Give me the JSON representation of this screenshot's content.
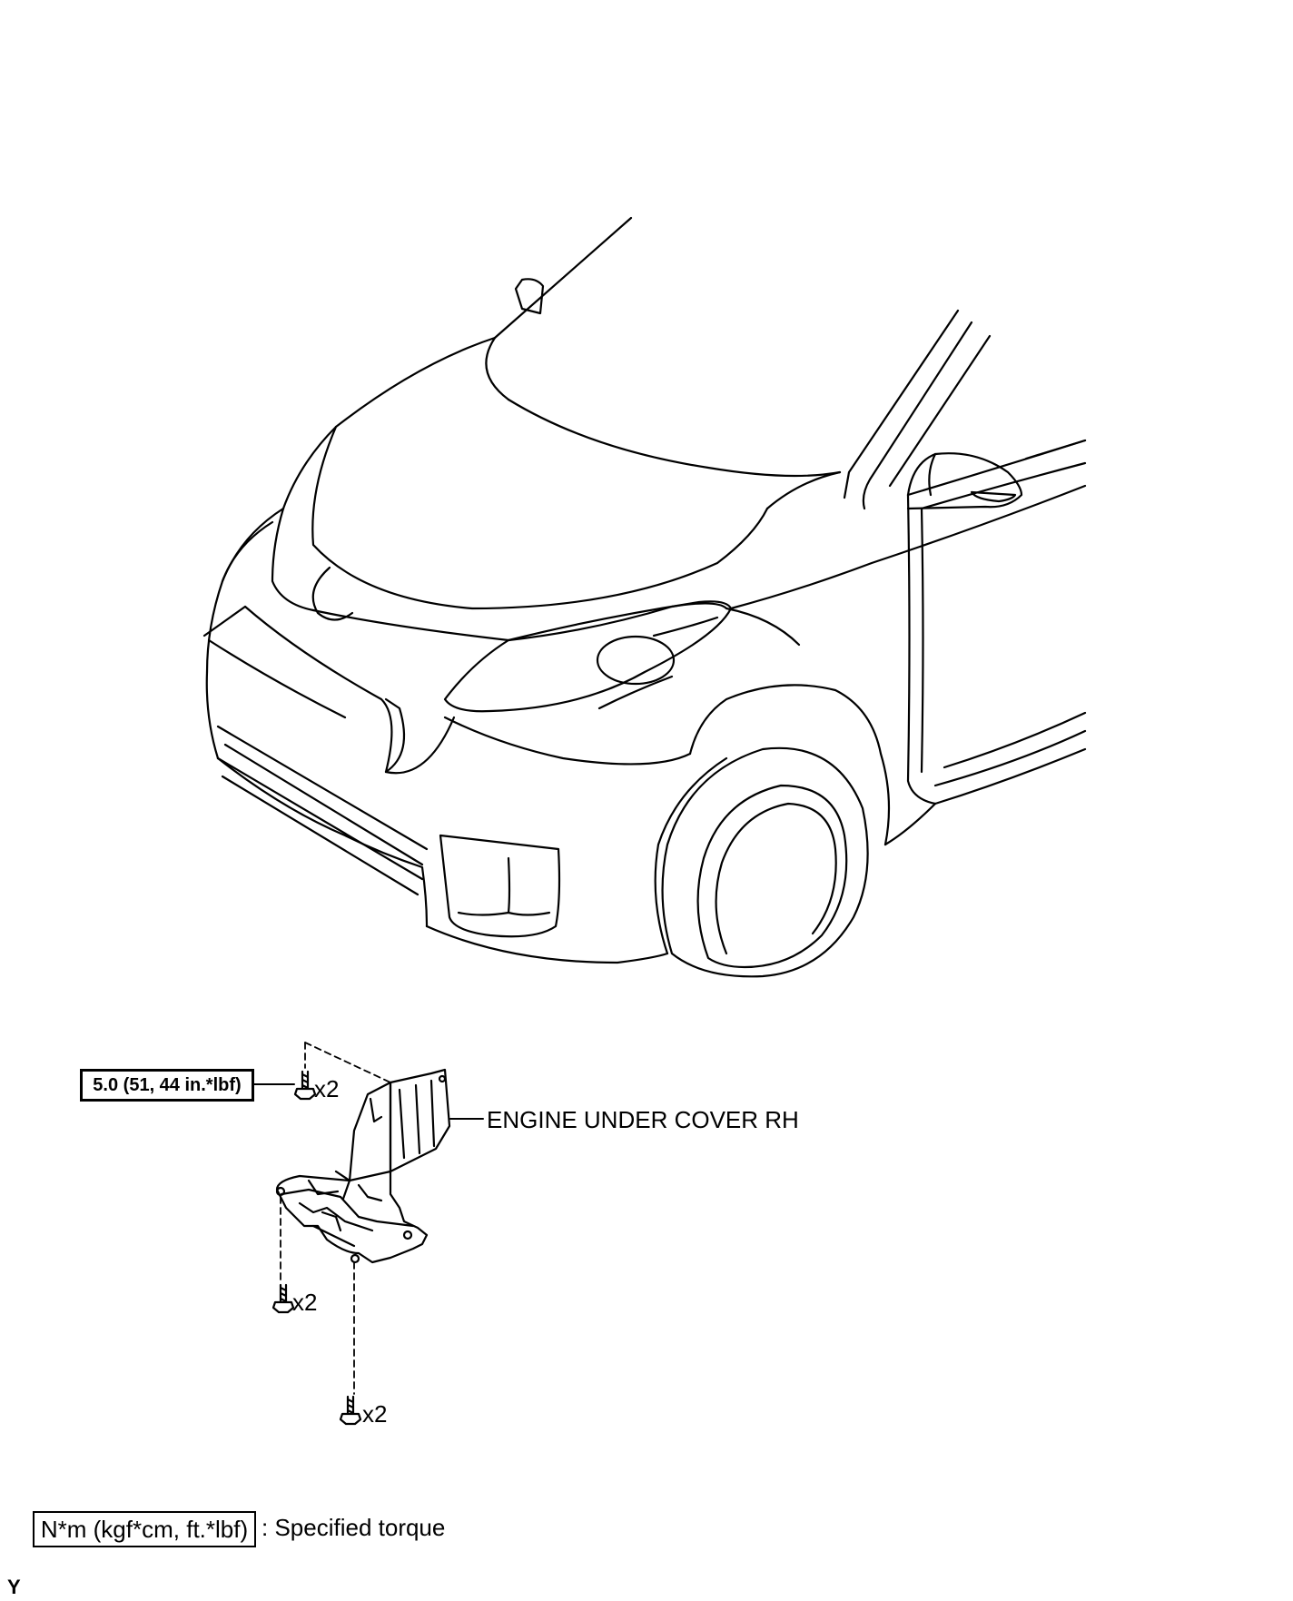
{
  "torque_spec": "5.0 (51, 44 in.*lbf)",
  "part_label": "ENGINE UNDER COVER RH",
  "bolt_quantities": [
    "x2",
    "x2",
    "x2"
  ],
  "legend": {
    "unit_box": "N*m (kgf*cm, ft.*lbf)",
    "description": ": Specified torque"
  },
  "corner_mark": "Y",
  "line_color": "#000000",
  "background_color": "#ffffff"
}
